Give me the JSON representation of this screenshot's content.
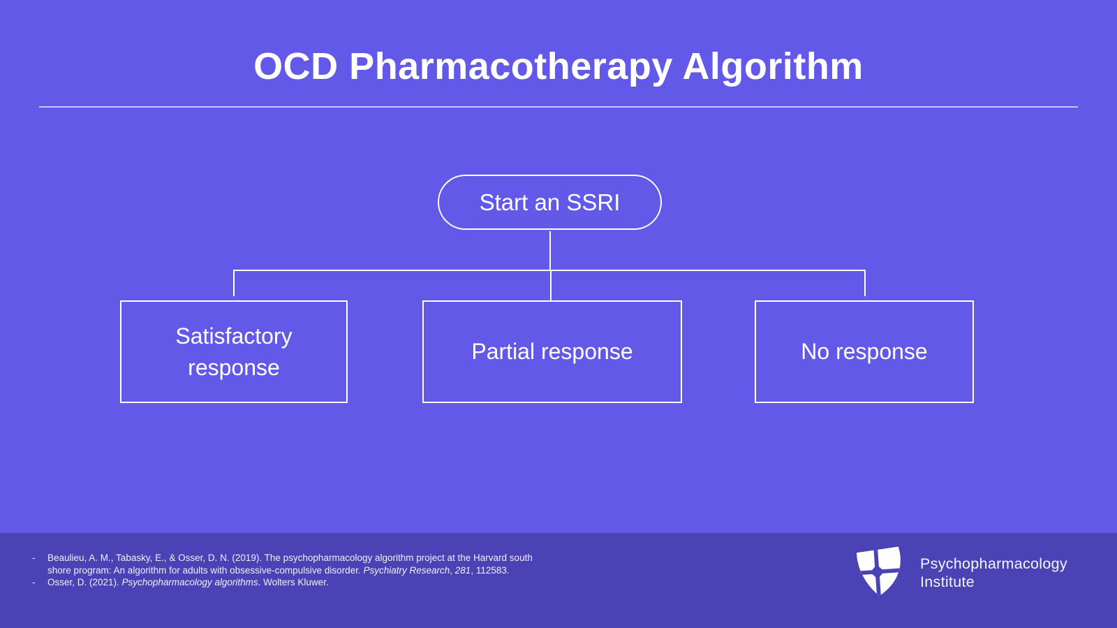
{
  "slide": {
    "title": "OCD Pharmacotherapy Algorithm",
    "colors": {
      "background": "#6359E8",
      "footer_background": "#4B43B5",
      "line_and_text": "#FFFFFF"
    }
  },
  "flowchart": {
    "root_label": "Start an SSRI",
    "outcomes": [
      {
        "label": "Satisfactory response"
      },
      {
        "label": "Partial response"
      },
      {
        "label": "No response"
      }
    ]
  },
  "references": {
    "bullet": "-",
    "ref1": {
      "normal1": "Beaulieu, A. M., Tabasky, E., & Osser, D. N. (2019). The psychopharmacology algorithm project at the Harvard south shore program: An algorithm for adults with obsessive-compulsive disorder. ",
      "italic1": "Psychiatry Research",
      "normal2": ", ",
      "italic2": "281",
      "normal3": ", 112583."
    },
    "ref2": {
      "normal1": "Osser, D. (2021). ",
      "italic1": "Psychopharmacology algorithms",
      "normal2": ". Wolters Kluwer."
    }
  },
  "brand": {
    "logo_icon": "shield-cross-icon",
    "name_line1": "Psychopharmacology",
    "name_line2": "Institute"
  }
}
